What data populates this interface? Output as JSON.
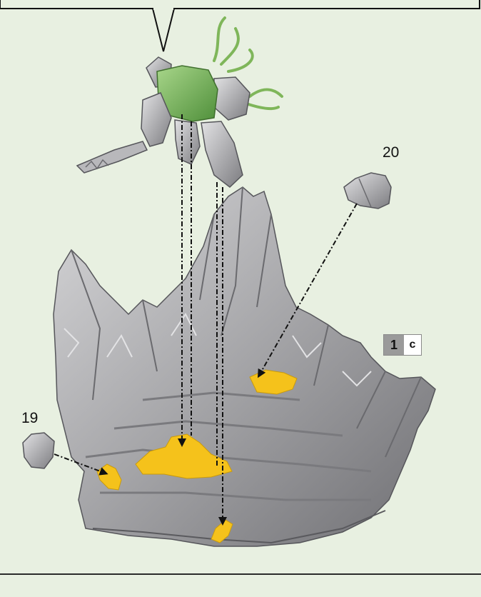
{
  "parts": {
    "part_20": "20",
    "part_19": "19"
  },
  "step": {
    "number": "1",
    "sub": "c"
  },
  "colors": {
    "background": "#e8f0e1",
    "glue_yellow": "#f5c21b",
    "highlight_green": "#7fb65a",
    "model_grey": "#a9a9ab"
  }
}
